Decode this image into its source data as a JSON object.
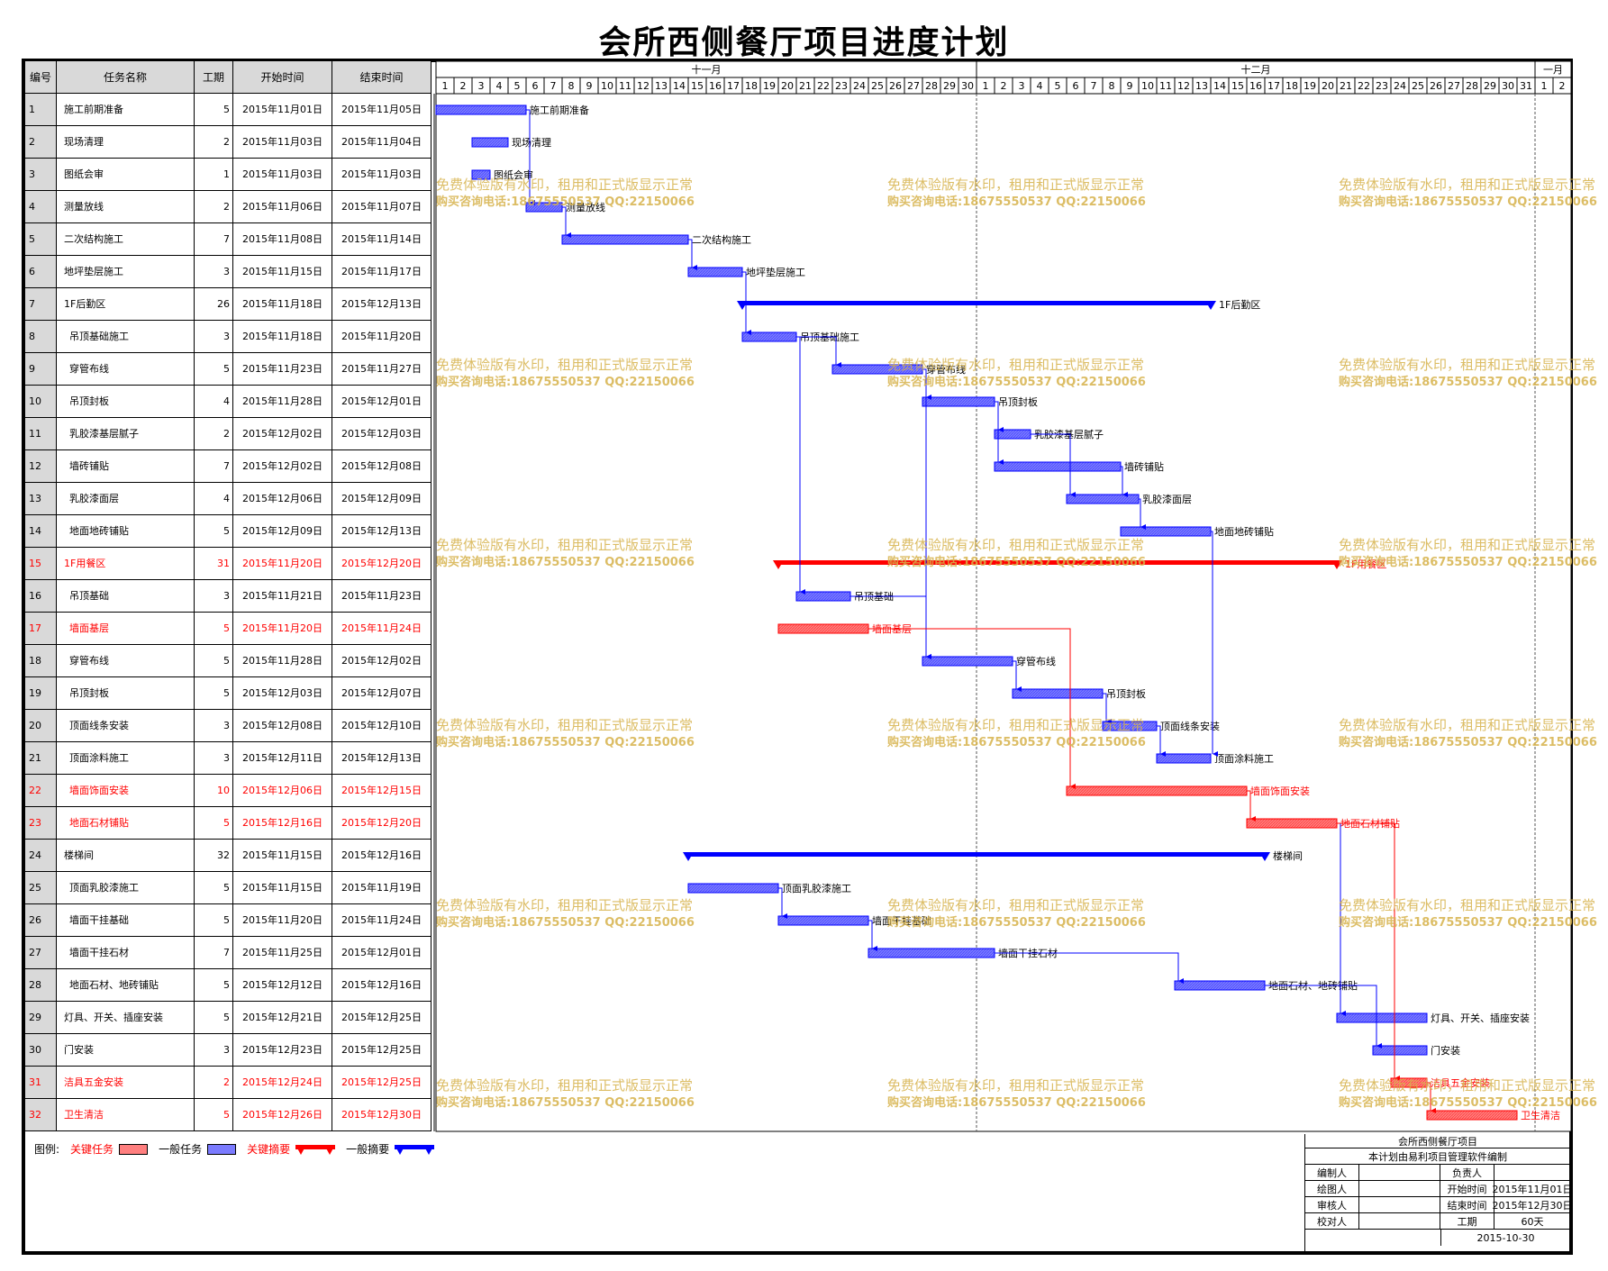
{
  "title": "会所西侧餐厅项目进度计划",
  "columns": [
    "编号",
    "任务名称",
    "工期",
    "开始时间",
    "结束时间"
  ],
  "colors": {
    "critical": "#ff0000",
    "normal": "#0000ff",
    "bar_normal": "#7b7bff",
    "bar_critical": "#ff7f7f",
    "link_normal": "#0000ff",
    "link_critical": "#ff0000",
    "watermark": "#d6b24a"
  },
  "chart_data": {
    "type": "gantt",
    "timeline_start": "2015-11-01",
    "months": [
      {
        "label": "十一月",
        "days": 30
      },
      {
        "label": "十二月",
        "days": 31
      },
      {
        "label": "一月",
        "days": 2
      }
    ],
    "tasks": [
      {
        "id": "1",
        "name": "施工前期准备",
        "duration": "5",
        "start": "2015年11月01日",
        "end": "2015年11月05日",
        "s": "2015-11-01",
        "e": "2015-11-05",
        "level": 0,
        "type": "task",
        "critical": false
      },
      {
        "id": "2",
        "name": "现场清理",
        "duration": "2",
        "start": "2015年11月03日",
        "end": "2015年11月04日",
        "s": "2015-11-03",
        "e": "2015-11-04",
        "level": 0,
        "type": "task",
        "critical": false
      },
      {
        "id": "3",
        "name": "图纸会审",
        "duration": "1",
        "start": "2015年11月03日",
        "end": "2015年11月03日",
        "s": "2015-11-03",
        "e": "2015-11-03",
        "level": 0,
        "type": "task",
        "critical": false
      },
      {
        "id": "4",
        "name": "测量放线",
        "duration": "2",
        "start": "2015年11月06日",
        "end": "2015年11月07日",
        "s": "2015-11-06",
        "e": "2015-11-07",
        "level": 0,
        "type": "task",
        "critical": false
      },
      {
        "id": "5",
        "name": "二次结构施工",
        "duration": "7",
        "start": "2015年11月08日",
        "end": "2015年11月14日",
        "s": "2015-11-08",
        "e": "2015-11-14",
        "level": 0,
        "type": "task",
        "critical": false
      },
      {
        "id": "6",
        "name": "地坪垫层施工",
        "duration": "3",
        "start": "2015年11月15日",
        "end": "2015年11月17日",
        "s": "2015-11-15",
        "e": "2015-11-17",
        "level": 0,
        "type": "task",
        "critical": false
      },
      {
        "id": "7",
        "name": "1F后勤区",
        "duration": "26",
        "start": "2015年11月18日",
        "end": "2015年12月13日",
        "s": "2015-11-18",
        "e": "2015-12-13",
        "level": 0,
        "type": "summary",
        "critical": false
      },
      {
        "id": "8",
        "name": "吊顶基础施工",
        "duration": "3",
        "start": "2015年11月18日",
        "end": "2015年11月20日",
        "s": "2015-11-18",
        "e": "2015-11-20",
        "level": 1,
        "type": "task",
        "critical": false
      },
      {
        "id": "9",
        "name": "穿管布线",
        "duration": "5",
        "start": "2015年11月23日",
        "end": "2015年11月27日",
        "s": "2015-11-23",
        "e": "2015-11-27",
        "level": 1,
        "type": "task",
        "critical": false
      },
      {
        "id": "10",
        "name": "吊顶封板",
        "duration": "4",
        "start": "2015年11月28日",
        "end": "2015年12月01日",
        "s": "2015-11-28",
        "e": "2015-12-01",
        "level": 1,
        "type": "task",
        "critical": false
      },
      {
        "id": "11",
        "name": "乳胶漆基层腻子",
        "duration": "2",
        "start": "2015年12月02日",
        "end": "2015年12月03日",
        "s": "2015-12-02",
        "e": "2015-12-03",
        "level": 1,
        "type": "task",
        "critical": false
      },
      {
        "id": "12",
        "name": "墙砖铺贴",
        "duration": "7",
        "start": "2015年12月02日",
        "end": "2015年12月08日",
        "s": "2015-12-02",
        "e": "2015-12-08",
        "level": 1,
        "type": "task",
        "critical": false
      },
      {
        "id": "13",
        "name": "乳胶漆面层",
        "duration": "4",
        "start": "2015年12月06日",
        "end": "2015年12月09日",
        "s": "2015-12-06",
        "e": "2015-12-09",
        "level": 1,
        "type": "task",
        "critical": false
      },
      {
        "id": "14",
        "name": "地面地砖铺贴",
        "duration": "5",
        "start": "2015年12月09日",
        "end": "2015年12月13日",
        "s": "2015-12-09",
        "e": "2015-12-13",
        "level": 1,
        "type": "task",
        "critical": false
      },
      {
        "id": "15",
        "name": "1F用餐区",
        "duration": "31",
        "start": "2015年11月20日",
        "end": "2015年12月20日",
        "s": "2015-11-20",
        "e": "2015-12-20",
        "level": 0,
        "type": "summary",
        "critical": true
      },
      {
        "id": "16",
        "name": "吊顶基础",
        "duration": "3",
        "start": "2015年11月21日",
        "end": "2015年11月23日",
        "s": "2015-11-21",
        "e": "2015-11-23",
        "level": 1,
        "type": "task",
        "critical": false
      },
      {
        "id": "17",
        "name": "墙面基层",
        "duration": "5",
        "start": "2015年11月20日",
        "end": "2015年11月24日",
        "s": "2015-11-20",
        "e": "2015-11-24",
        "level": 1,
        "type": "task",
        "critical": true
      },
      {
        "id": "18",
        "name": "穿管布线",
        "duration": "5",
        "start": "2015年11月28日",
        "end": "2015年12月02日",
        "s": "2015-11-28",
        "e": "2015-12-02",
        "level": 1,
        "type": "task",
        "critical": false
      },
      {
        "id": "19",
        "name": "吊顶封板",
        "duration": "5",
        "start": "2015年12月03日",
        "end": "2015年12月07日",
        "s": "2015-12-03",
        "e": "2015-12-07",
        "level": 1,
        "type": "task",
        "critical": false
      },
      {
        "id": "20",
        "name": "顶面线条安装",
        "duration": "3",
        "start": "2015年12月08日",
        "end": "2015年12月10日",
        "s": "2015-12-08",
        "e": "2015-12-10",
        "level": 1,
        "type": "task",
        "critical": false
      },
      {
        "id": "21",
        "name": "顶面涂料施工",
        "duration": "3",
        "start": "2015年12月11日",
        "end": "2015年12月13日",
        "s": "2015-12-11",
        "e": "2015-12-13",
        "level": 1,
        "type": "task",
        "critical": false
      },
      {
        "id": "22",
        "name": "墙面饰面安装",
        "duration": "10",
        "start": "2015年12月06日",
        "end": "2015年12月15日",
        "s": "2015-12-06",
        "e": "2015-12-15",
        "level": 1,
        "type": "task",
        "critical": true
      },
      {
        "id": "23",
        "name": "地面石材铺贴",
        "duration": "5",
        "start": "2015年12月16日",
        "end": "2015年12月20日",
        "s": "2015-12-16",
        "e": "2015-12-20",
        "level": 1,
        "type": "task",
        "critical": true
      },
      {
        "id": "24",
        "name": "楼梯间",
        "duration": "32",
        "start": "2015年11月15日",
        "end": "2015年12月16日",
        "s": "2015-11-15",
        "e": "2015-12-16",
        "level": 0,
        "type": "summary",
        "critical": false
      },
      {
        "id": "25",
        "name": "顶面乳胶漆施工",
        "duration": "5",
        "start": "2015年11月15日",
        "end": "2015年11月19日",
        "s": "2015-11-15",
        "e": "2015-11-19",
        "level": 1,
        "type": "task",
        "critical": false
      },
      {
        "id": "26",
        "name": "墙面干挂基础",
        "duration": "5",
        "start": "2015年11月20日",
        "end": "2015年11月24日",
        "s": "2015-11-20",
        "e": "2015-11-24",
        "level": 1,
        "type": "task",
        "critical": false
      },
      {
        "id": "27",
        "name": "墙面干挂石材",
        "duration": "7",
        "start": "2015年11月25日",
        "end": "2015年12月01日",
        "s": "2015-11-25",
        "e": "2015-12-01",
        "level": 1,
        "type": "task",
        "critical": false
      },
      {
        "id": "28",
        "name": "地面石材、地砖铺贴",
        "duration": "5",
        "start": "2015年12月12日",
        "end": "2015年12月16日",
        "s": "2015-12-12",
        "e": "2015-12-16",
        "level": 1,
        "type": "task",
        "critical": false
      },
      {
        "id": "29",
        "name": "灯具、开关、插座安装",
        "duration": "5",
        "start": "2015年12月21日",
        "end": "2015年12月25日",
        "s": "2015-12-21",
        "e": "2015-12-25",
        "level": 0,
        "type": "task",
        "critical": false
      },
      {
        "id": "30",
        "name": "门安装",
        "duration": "3",
        "start": "2015年12月23日",
        "end": "2015年12月25日",
        "s": "2015-12-23",
        "e": "2015-12-25",
        "level": 0,
        "type": "task",
        "critical": false
      },
      {
        "id": "31",
        "name": "洁具五金安装",
        "duration": "2",
        "start": "2015年12月24日",
        "end": "2015年12月25日",
        "s": "2015-12-24",
        "e": "2015-12-25",
        "level": 0,
        "type": "task",
        "critical": true
      },
      {
        "id": "32",
        "name": "卫生清洁",
        "duration": "5",
        "start": "2015年12月26日",
        "end": "2015年12月30日",
        "s": "2015-12-26",
        "e": "2015-12-30",
        "level": 0,
        "type": "task",
        "critical": true
      }
    ],
    "links": [
      {
        "from": "1",
        "to": "4"
      },
      {
        "from": "4",
        "to": "5"
      },
      {
        "from": "5",
        "to": "6"
      },
      {
        "from": "6",
        "to": "8"
      },
      {
        "from": "8",
        "to": "9"
      },
      {
        "from": "8",
        "to": "16"
      },
      {
        "from": "9",
        "to": "10"
      },
      {
        "from": "9",
        "to": "18"
      },
      {
        "from": "10",
        "to": "11"
      },
      {
        "from": "10",
        "to": "12"
      },
      {
        "from": "11",
        "to": "13"
      },
      {
        "from": "12",
        "to": "13"
      },
      {
        "from": "13",
        "to": "14"
      },
      {
        "from": "14",
        "to": "21"
      },
      {
        "from": "16",
        "to": "18"
      },
      {
        "from": "17",
        "to": "22"
      },
      {
        "from": "18",
        "to": "19"
      },
      {
        "from": "19",
        "to": "20"
      },
      {
        "from": "20",
        "to": "21"
      },
      {
        "from": "22",
        "to": "23"
      },
      {
        "from": "23",
        "to": "29"
      },
      {
        "from": "23",
        "to": "31"
      },
      {
        "from": "25",
        "to": "26"
      },
      {
        "from": "26",
        "to": "27"
      },
      {
        "from": "27",
        "to": "28"
      },
      {
        "from": "28",
        "to": "30"
      },
      {
        "from": "31",
        "to": "32"
      }
    ]
  },
  "watermark": {
    "line1": "免费体验版有水印，租用和正式版显示正常",
    "line2": "购买咨询电话:18675550537 QQ:22150066"
  },
  "legend": {
    "label": "图例:",
    "critical_task": "关键任务",
    "normal_task": "一般任务",
    "critical_summary": "关键摘要",
    "normal_summary": "一般摘要"
  },
  "footer": {
    "project": "会所西侧餐厅项目",
    "software": "本计划由易利项目管理软件编制",
    "editor_label": "编制人",
    "owner_label": "负责人",
    "drawer_label": "绘图人",
    "start_label": "开始时间",
    "start_value": "2015年11月01日",
    "reviewer_label": "审核人",
    "end_label": "结束时间",
    "end_value": "2015年12月30日",
    "checker_label": "校对人",
    "duration_label": "工期",
    "duration_value": "60天",
    "date": "2015-10-30"
  }
}
